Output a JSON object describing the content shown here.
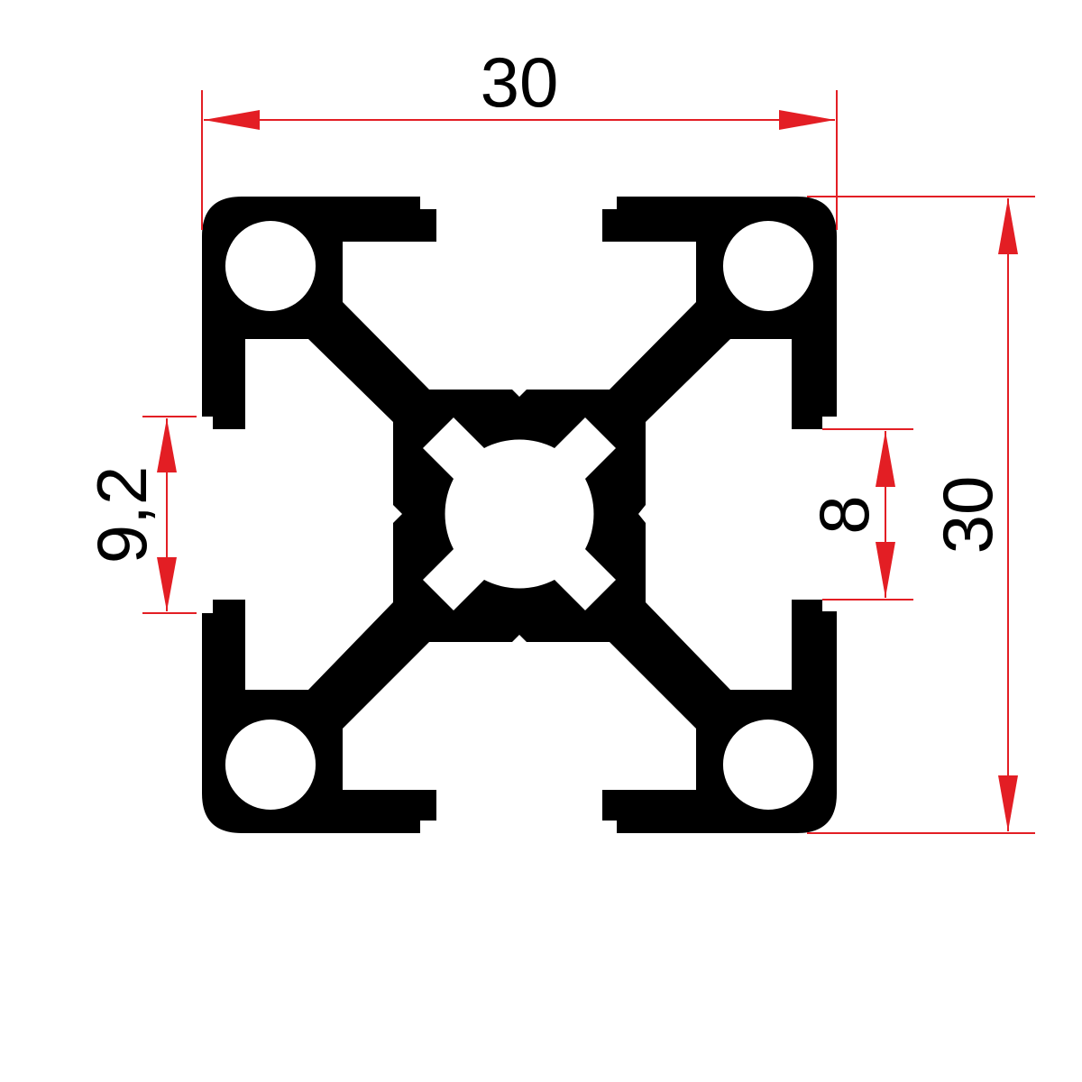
{
  "dimensions": {
    "width": "30",
    "height": "30",
    "slot_opening": "9,2",
    "slot_width": "8"
  },
  "colors": {
    "profile": "#000000",
    "dimension_lines": "#e31e24",
    "background": "#ffffff"
  }
}
